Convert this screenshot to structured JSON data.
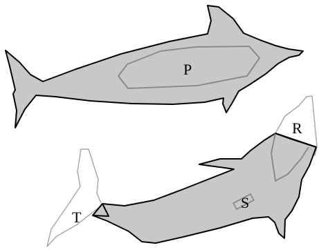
{
  "diagram": {
    "labels": {
      "p": "P",
      "r": "R",
      "s": "S",
      "t": "T"
    },
    "colors": {
      "body_fill": "#c8c8c8",
      "body_outline": "#000000",
      "region_outline": "#8a8a8a",
      "ghost_outline": "#a8a8a8",
      "background": "#ffffff"
    }
  }
}
